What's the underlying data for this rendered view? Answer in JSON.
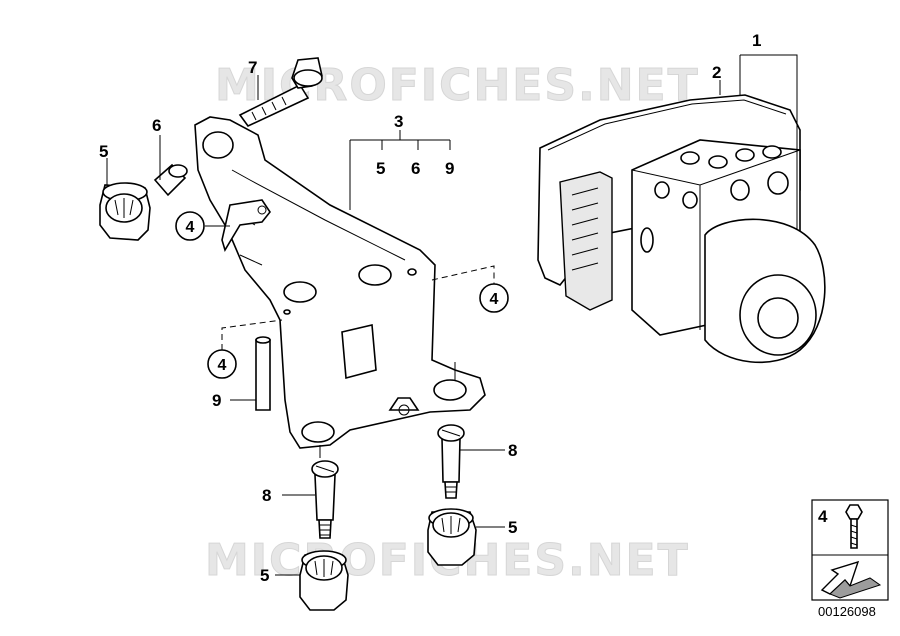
{
  "watermark": {
    "top": "MICROFICHES.NET",
    "bottom": "MICROFICHES.NET"
  },
  "callouts": {
    "n1": "1",
    "n2": "2",
    "n3": "3",
    "n3_sub_5": "5",
    "n3_sub_6": "6",
    "n3_sub_9": "9",
    "n4_a": "4",
    "n4_b": "4",
    "n4_c": "4",
    "n5_left": "5",
    "n5_mid": "5",
    "n5_bottom": "5",
    "n6": "6",
    "n7": "7",
    "n8_left": "8",
    "n8_right": "8",
    "n9": "9"
  },
  "legend_box": {
    "label": "4"
  },
  "reference_number": "00126098"
}
